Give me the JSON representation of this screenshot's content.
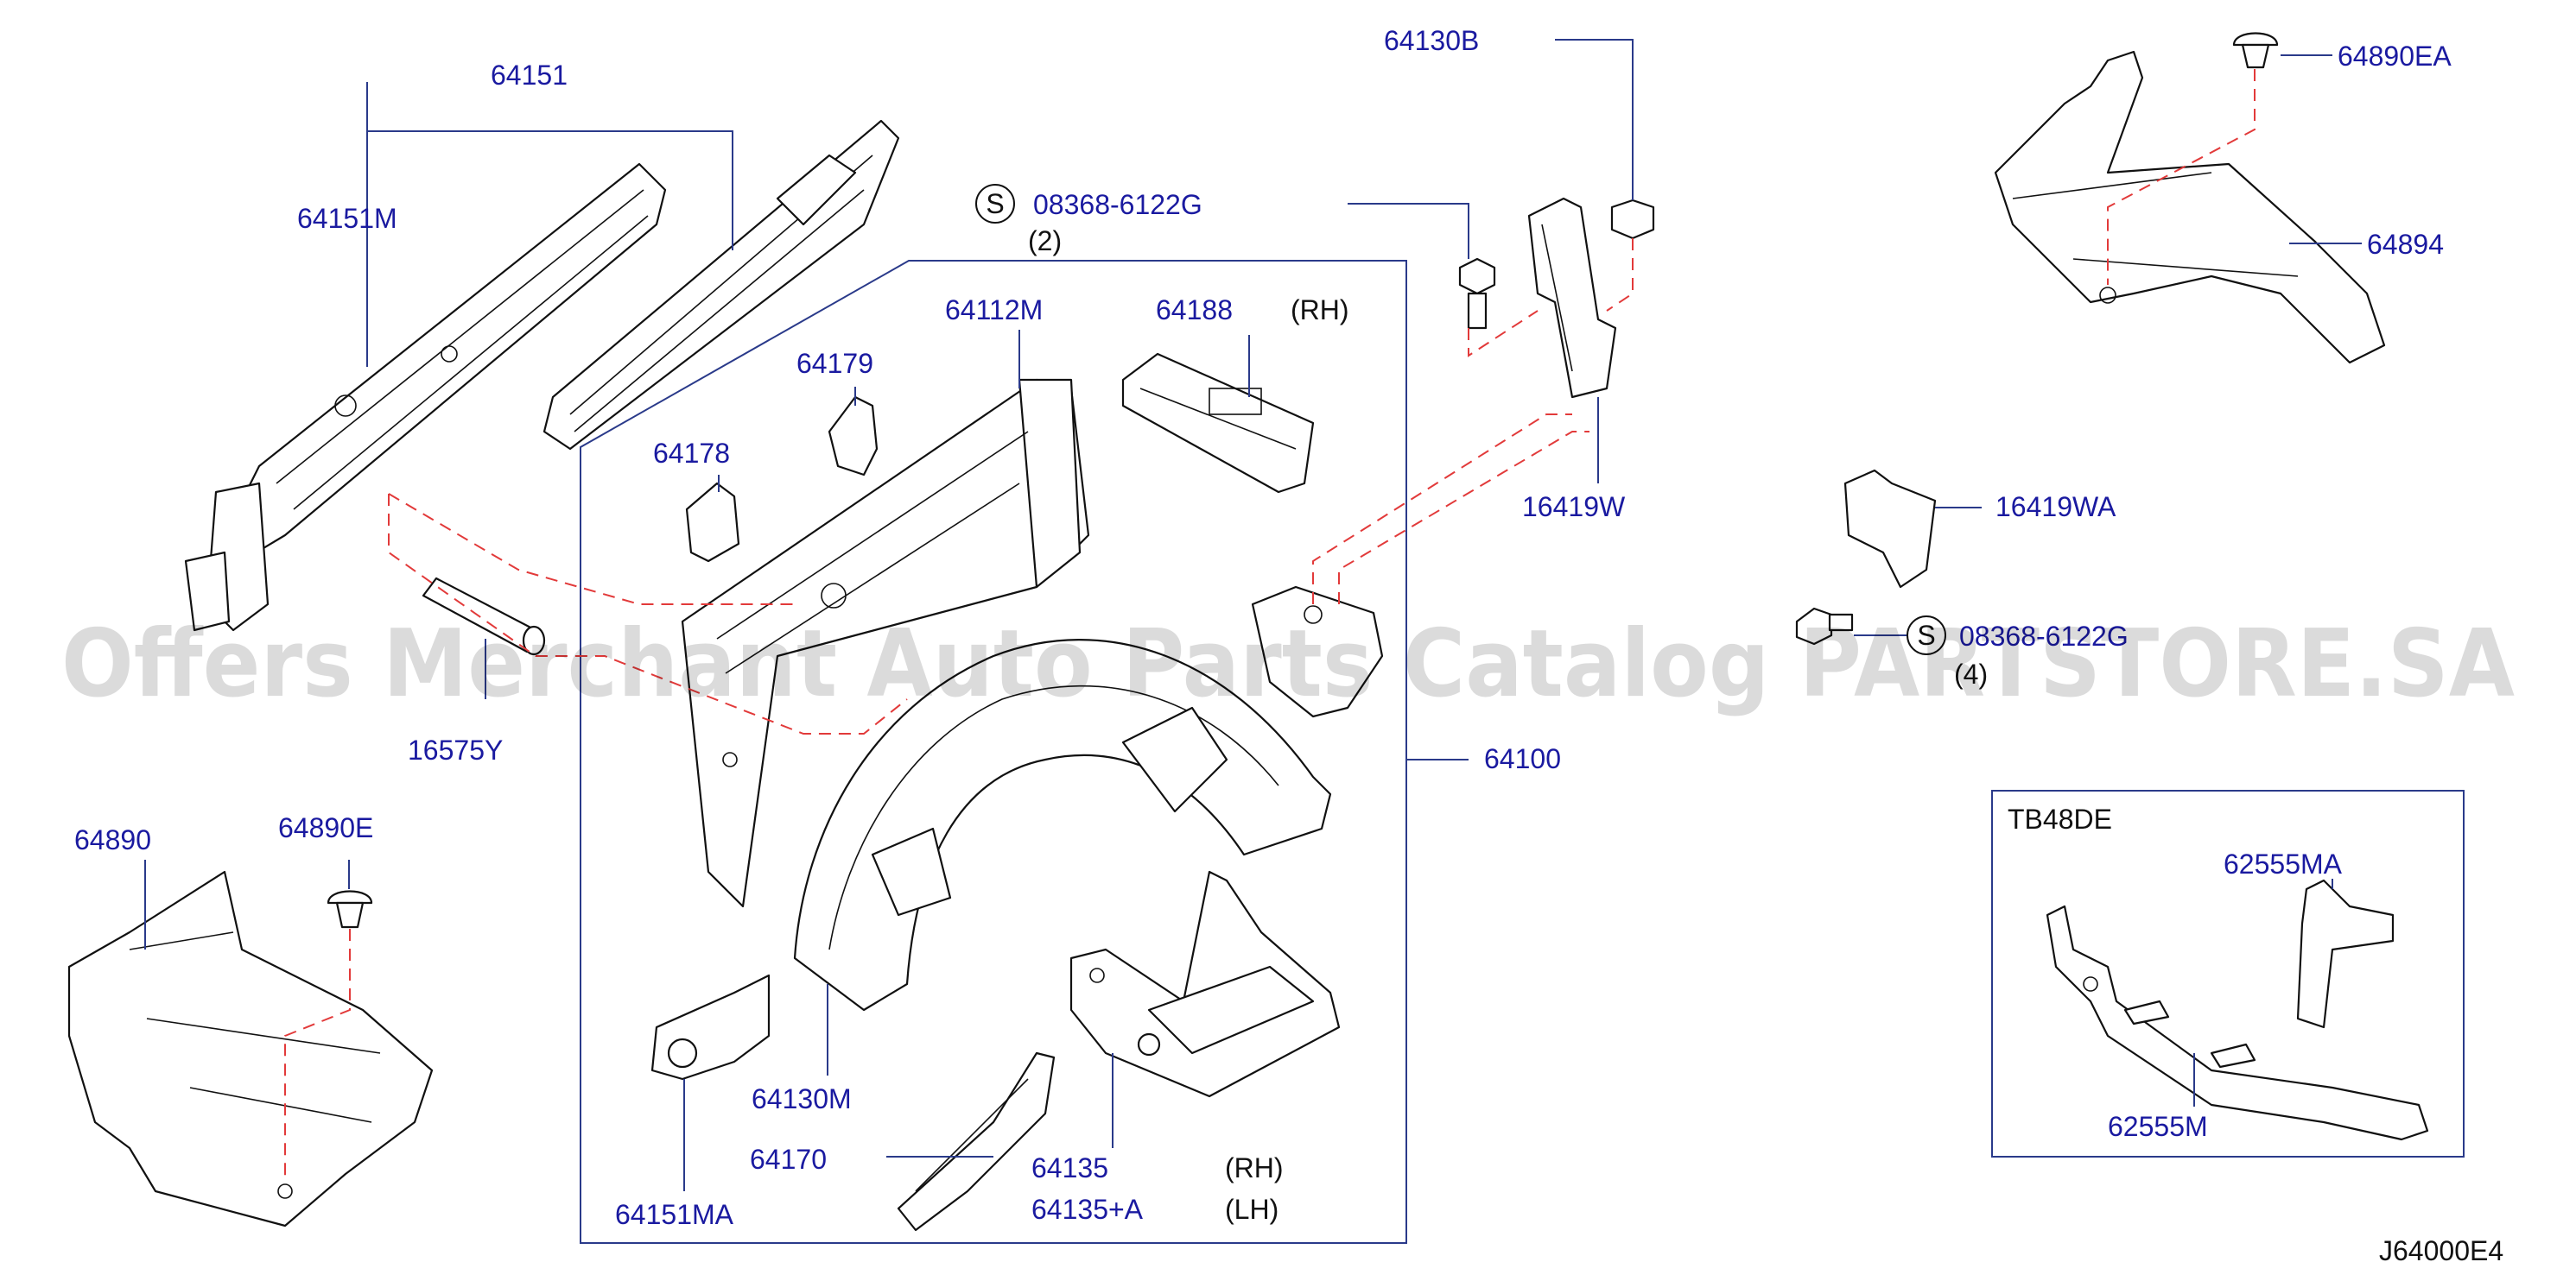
{
  "diagram_code": "J64000E4",
  "watermark": "Offers Merchant Auto Parts Catalog PARTSTORE.SA",
  "legend": {
    "engine_box_label": "TB48DE",
    "screw_symbol": "S",
    "qty_2": "(2)",
    "qty_4": "(4)",
    "rh": "(RH)",
    "rh2": "(RH)",
    "lh": "(LH)"
  },
  "parts": {
    "p64151": "64151",
    "p64151M": "64151M",
    "p64151MA": "64151MA",
    "p64112M": "64112M",
    "p64188": "64188",
    "p64179": "64179",
    "p64178": "64178",
    "p16575Y": "16575Y",
    "p64100": "64100",
    "p64130B": "64130B",
    "p16419W": "16419W",
    "p08368_6122G": "08368-6122G",
    "p08368_6122G_b": "08368-6122G",
    "p64890EA": "64890EA",
    "p64894": "64894",
    "p16419WA": "16419WA",
    "p64890": "64890",
    "p64890E": "64890E",
    "p64130M": "64130M",
    "p64170": "64170",
    "p64135": "64135",
    "p64135A": "64135+A",
    "p62555MA": "62555MA",
    "p62555M": "62555M"
  }
}
